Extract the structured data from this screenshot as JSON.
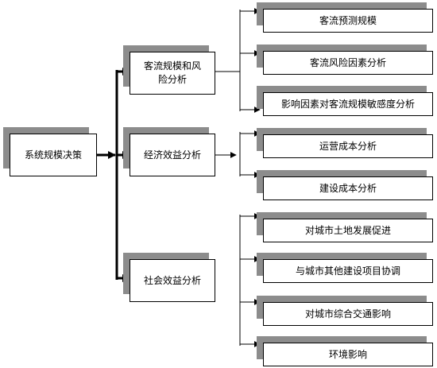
{
  "root": {
    "label": "系统规模决策"
  },
  "categories": [
    {
      "label": "客流规模和风险分析",
      "children": [
        "客流预测规模",
        "客流风险因素分析",
        "影响因素对客流规模敏感度分析"
      ]
    },
    {
      "label": "经济效益分析",
      "children": [
        "运营成本分析",
        "建设成本分析"
      ]
    },
    {
      "label": "社会效益分析",
      "children": [
        "对城市土地发展促进",
        "与城市其他建设项目协调",
        "对城市综合交通影响",
        "环境影响"
      ]
    }
  ],
  "colors": {
    "line": "#000000",
    "shadow": "#8c8c8c",
    "box": "#ffffff"
  }
}
